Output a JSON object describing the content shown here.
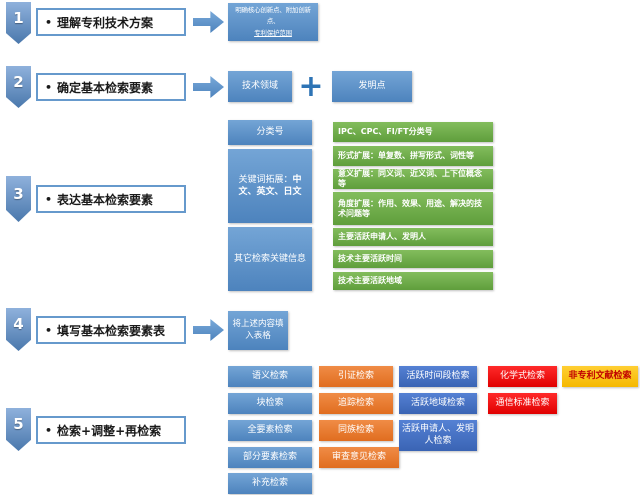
{
  "bullet": "•",
  "steps": [
    {
      "number": "1",
      "label": "理解专利技术方案"
    },
    {
      "number": "2",
      "label": "确定基本检索要素"
    },
    {
      "number": "3",
      "label": "表达基本检索要素"
    },
    {
      "number": "4",
      "label": "填写基本检索要素表"
    },
    {
      "number": "5",
      "label": "检索+调整+再检索"
    }
  ],
  "step1": {
    "line1": "明确核心创新点、附加创新点、",
    "line2": "专利保护范围"
  },
  "step2": {
    "field_box": "技术领域",
    "plus": "+",
    "invention_box": "发明点"
  },
  "step3": {
    "classification_label": "分类号",
    "classification_item": "IPC、CPC、FI/FT分类号",
    "keyword_prefix": "关键词拓展：",
    "keyword_emphasis": "中文、英文、日文",
    "keyword_items": [
      "形式扩展：单复数、拼写形式、词性等",
      "意义扩展：同义词、近义词、上下位概念等",
      "角度扩展：作用、效果、用途、解决的技术问题等"
    ],
    "other_label": "其它检索关键信息",
    "other_items": [
      "主要活跃申请人、发明人",
      "技术主要活跃时间",
      "技术主要活跃地域"
    ]
  },
  "step4": {
    "box": "将上述内容填入表格"
  },
  "step5": {
    "methods": [
      "语义检索",
      "块检索",
      "全要素检索",
      "部分要素检索",
      "补充检索"
    ],
    "orange_boxes": [
      "引证检索",
      "追踪检索",
      "同族检索",
      "审查意见检索"
    ],
    "blue_boxes": [
      "活跃时间段检索",
      "活跃地域检索",
      "活跃申请人、发明人检索"
    ],
    "red_boxes": [
      "化学式检索",
      "通信标准检索"
    ],
    "yellow_boxes": [
      "非专利文献检索"
    ]
  },
  "colors": {
    "primary_blue": "#4f81bd",
    "light_blue": "#5b9bd5",
    "green": "#70ad47",
    "orange": "#ed7d31",
    "deep_blue": "#4472c4",
    "red": "#ff0000",
    "yellow": "#ffc000"
  }
}
